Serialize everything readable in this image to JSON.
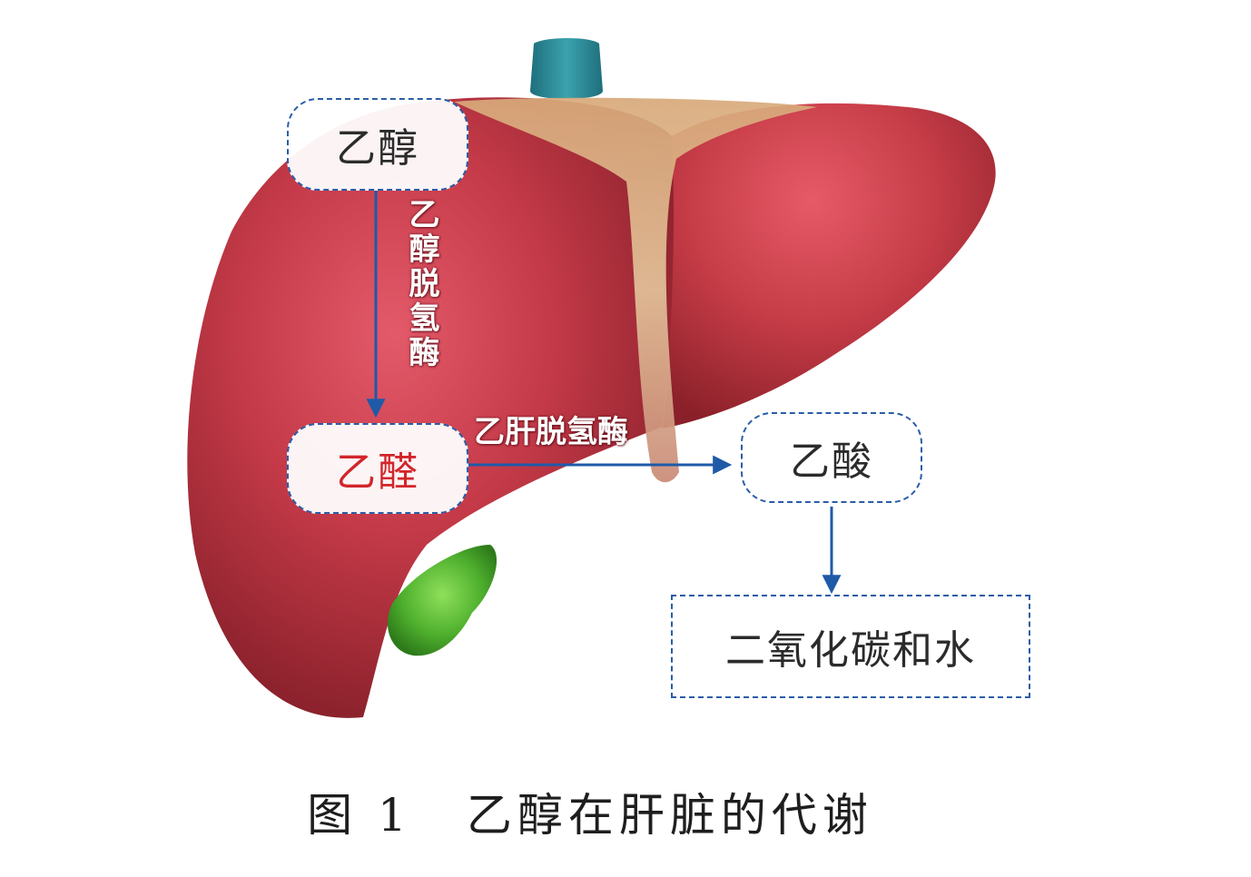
{
  "diagram": {
    "nodes": {
      "ethanol": "乙醇",
      "acetaldehyde": "乙醛",
      "acetic_acid": "乙酸",
      "co2_water": "二氧化碳和水"
    },
    "enzymes": {
      "alcohol_dehydrogenase": "乙醇脱氢酶",
      "aldehyde_dehydrogenase": "乙肝脱氢酶"
    },
    "colors": {
      "border": "#2a5da8",
      "arrow": "#1f5aa8",
      "highlight_text": "#d2252b",
      "liver": "#b8323d",
      "gallbladder": "#4fb02e",
      "vessel": "#2e8a96"
    }
  },
  "caption": {
    "figure_label": "图 1",
    "title": "乙醇在肝脏的代谢"
  }
}
